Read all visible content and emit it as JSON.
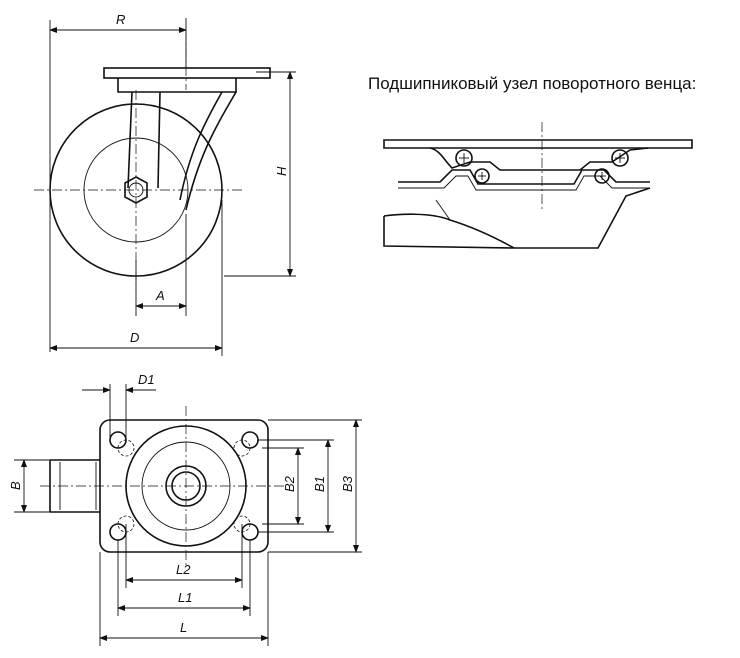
{
  "caption": "Подшипниковый узел поворотного венца:",
  "dimensions": {
    "R": "R",
    "H": "H",
    "A": "A",
    "D": "D",
    "D1": "D1",
    "B": "B",
    "B1": "B1",
    "B2": "B2",
    "B3": "B3",
    "L": "L",
    "L1": "L1",
    "L2": "L2"
  }
}
